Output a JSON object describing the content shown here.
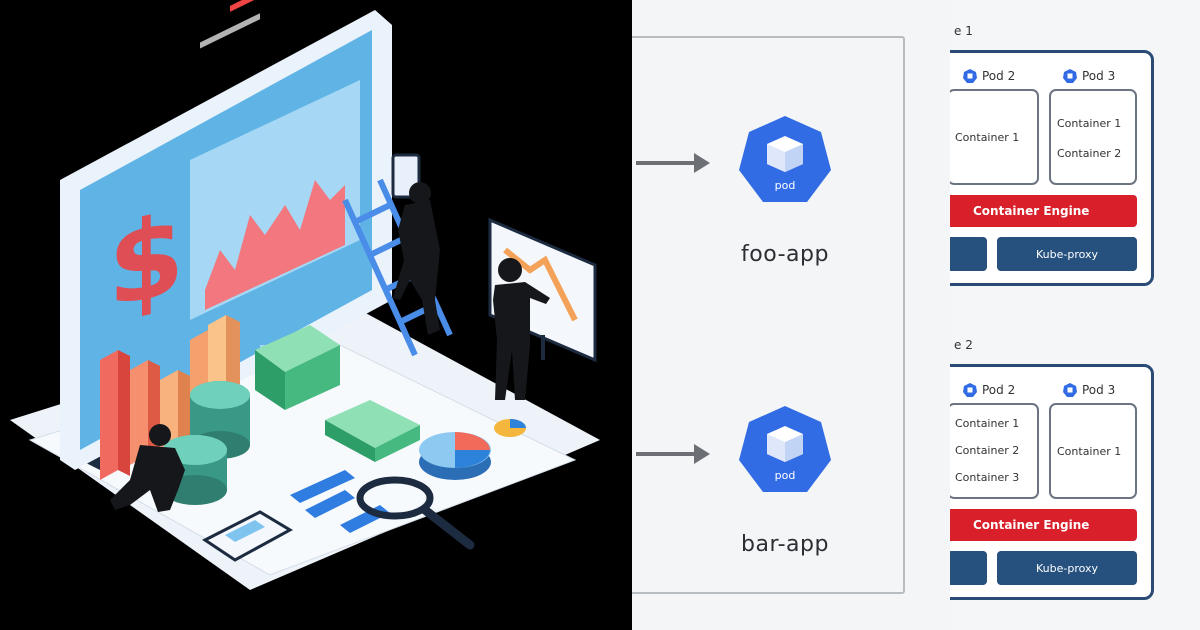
{
  "colors": {
    "pod_blue": "#326ce5",
    "node_border": "#2a4b75",
    "engine_red": "#d81f2a",
    "proxy_blue": "#26517f"
  },
  "illustration": {
    "description_icon": "business-analytics-illustration-icon",
    "monitor_symbol": "$"
  },
  "middle": {
    "apps": [
      {
        "icon": "kubernetes-pod-icon",
        "pod_text": "pod",
        "label": "foo-app"
      },
      {
        "icon": "kubernetes-pod-icon",
        "pod_text": "pod",
        "label": "bar-app"
      }
    ]
  },
  "right": {
    "nodes": [
      {
        "label": "e 1",
        "pods": [
          {
            "name": "Pod 2",
            "containers": [
              "Container 1"
            ]
          },
          {
            "name": "Pod 3",
            "containers": [
              "Container 1",
              "Container 2"
            ]
          }
        ],
        "engine": "Container Engine",
        "proxy": "Kube-proxy"
      },
      {
        "label": "e 2",
        "pods": [
          {
            "name": "Pod 2",
            "containers": [
              "Container 1",
              "Container 2",
              "Container 3"
            ]
          },
          {
            "name": "Pod 3",
            "containers": [
              "Container 1"
            ]
          }
        ],
        "engine": "Container Engine",
        "proxy": "Kube-proxy"
      }
    ]
  }
}
